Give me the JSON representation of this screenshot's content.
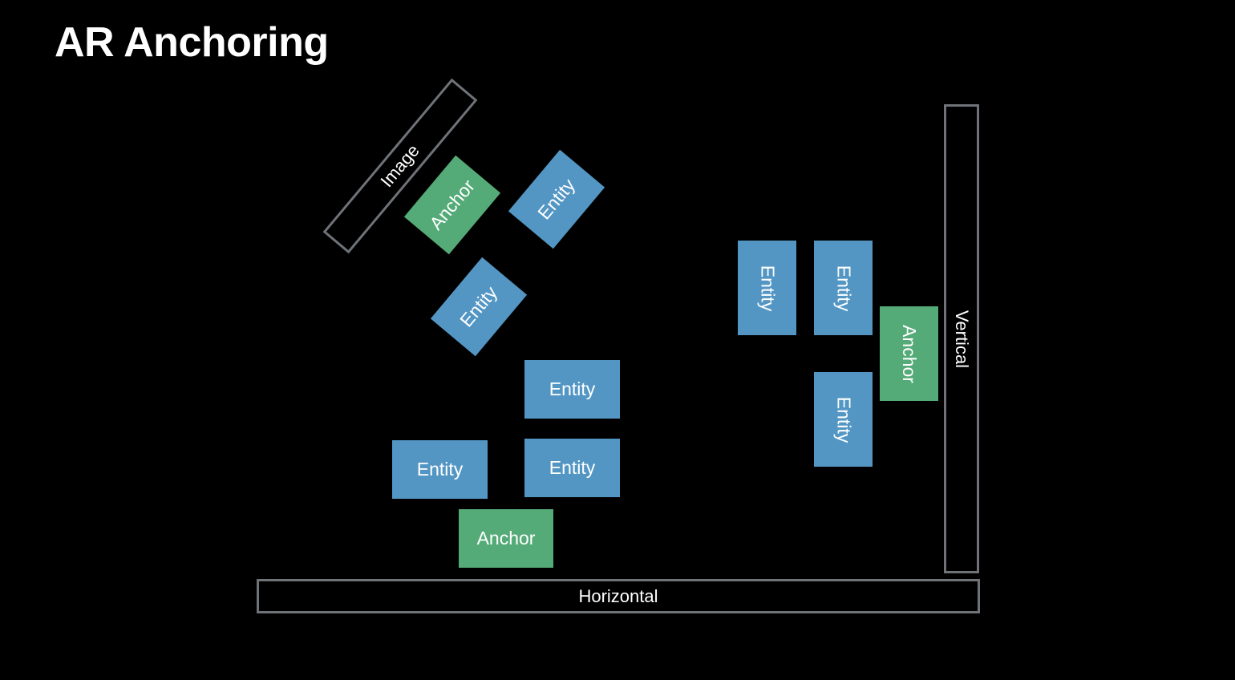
{
  "title": "AR Anchoring",
  "colors": {
    "background": "#000000",
    "entity": "#5396c4",
    "anchor": "#55ab78",
    "plane_border": "#6f7378",
    "text": "#ffffff"
  },
  "planes": {
    "horizontal": "Horizontal",
    "vertical": "Vertical",
    "image": "Image"
  },
  "image_group": {
    "anchor": "Anchor",
    "entities": [
      "Entity",
      "Entity"
    ]
  },
  "horizontal_group": {
    "anchor": "Anchor",
    "entities": [
      "Entity",
      "Entity",
      "Entity"
    ]
  },
  "vertical_group": {
    "anchor": "Anchor",
    "entities": [
      "Entity",
      "Entity",
      "Entity"
    ]
  }
}
